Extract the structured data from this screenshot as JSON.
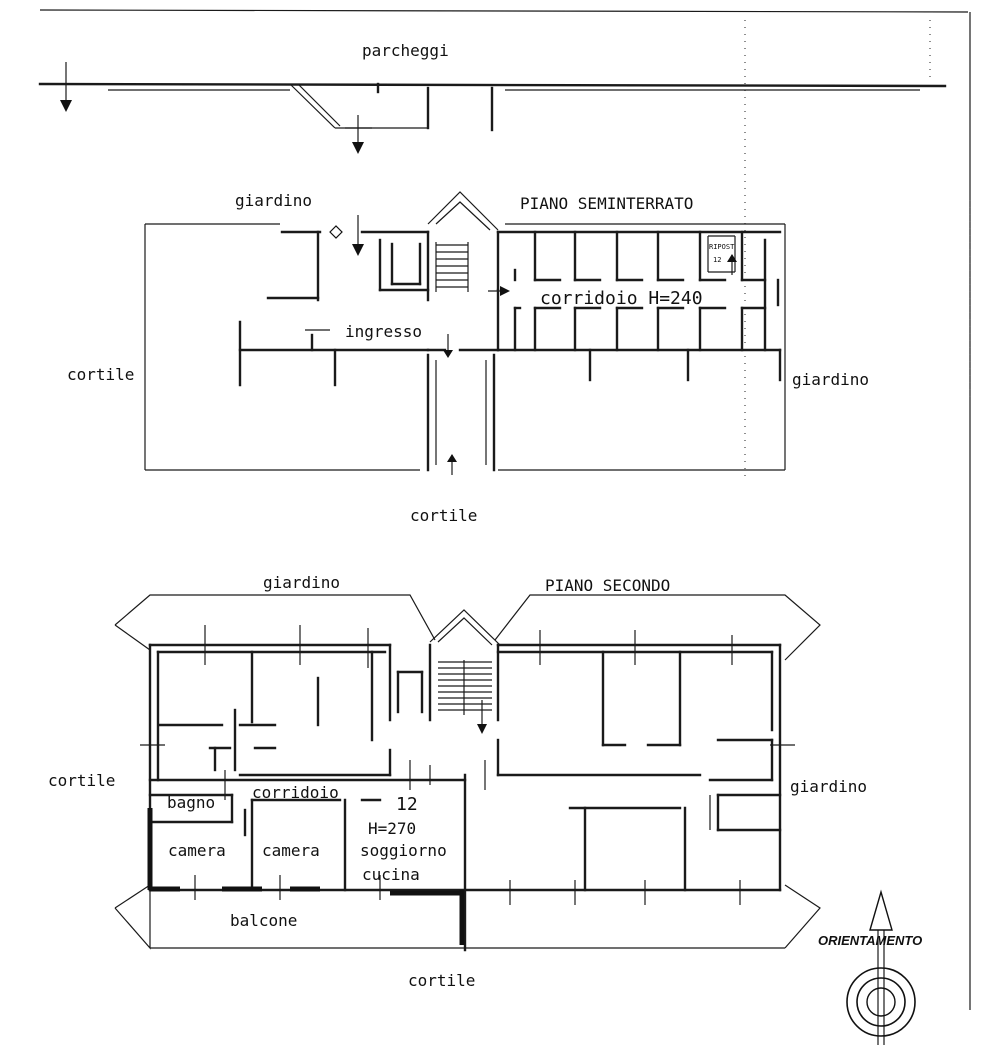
{
  "labels": {
    "parking": "parcheggi",
    "basement": {
      "title": "PIANO SEMINTERRATO",
      "garden_top": "giardino",
      "garden_right": "giardino",
      "courtyard_left": "cortile",
      "courtyard_bottom": "cortile",
      "entrance": "ingresso",
      "corridor": "corridoio H=240",
      "storage_line1": "RIPOST",
      "storage_line2": "12"
    },
    "second_floor": {
      "title": "PIANO SECONDO",
      "garden_top": "giardino",
      "garden_right": "giardino",
      "courtyard_left": "cortile",
      "courtyard_bottom": "cortile",
      "bathroom": "bagno",
      "corridor": "corridoio",
      "unit_number": "12",
      "height": "H=270",
      "bedroom_1": "camera",
      "bedroom_2": "camera",
      "living": "soggiorno",
      "kitchen": "cucina",
      "balcony": "balcone"
    },
    "orientation": "ORIENTAMENTO"
  }
}
